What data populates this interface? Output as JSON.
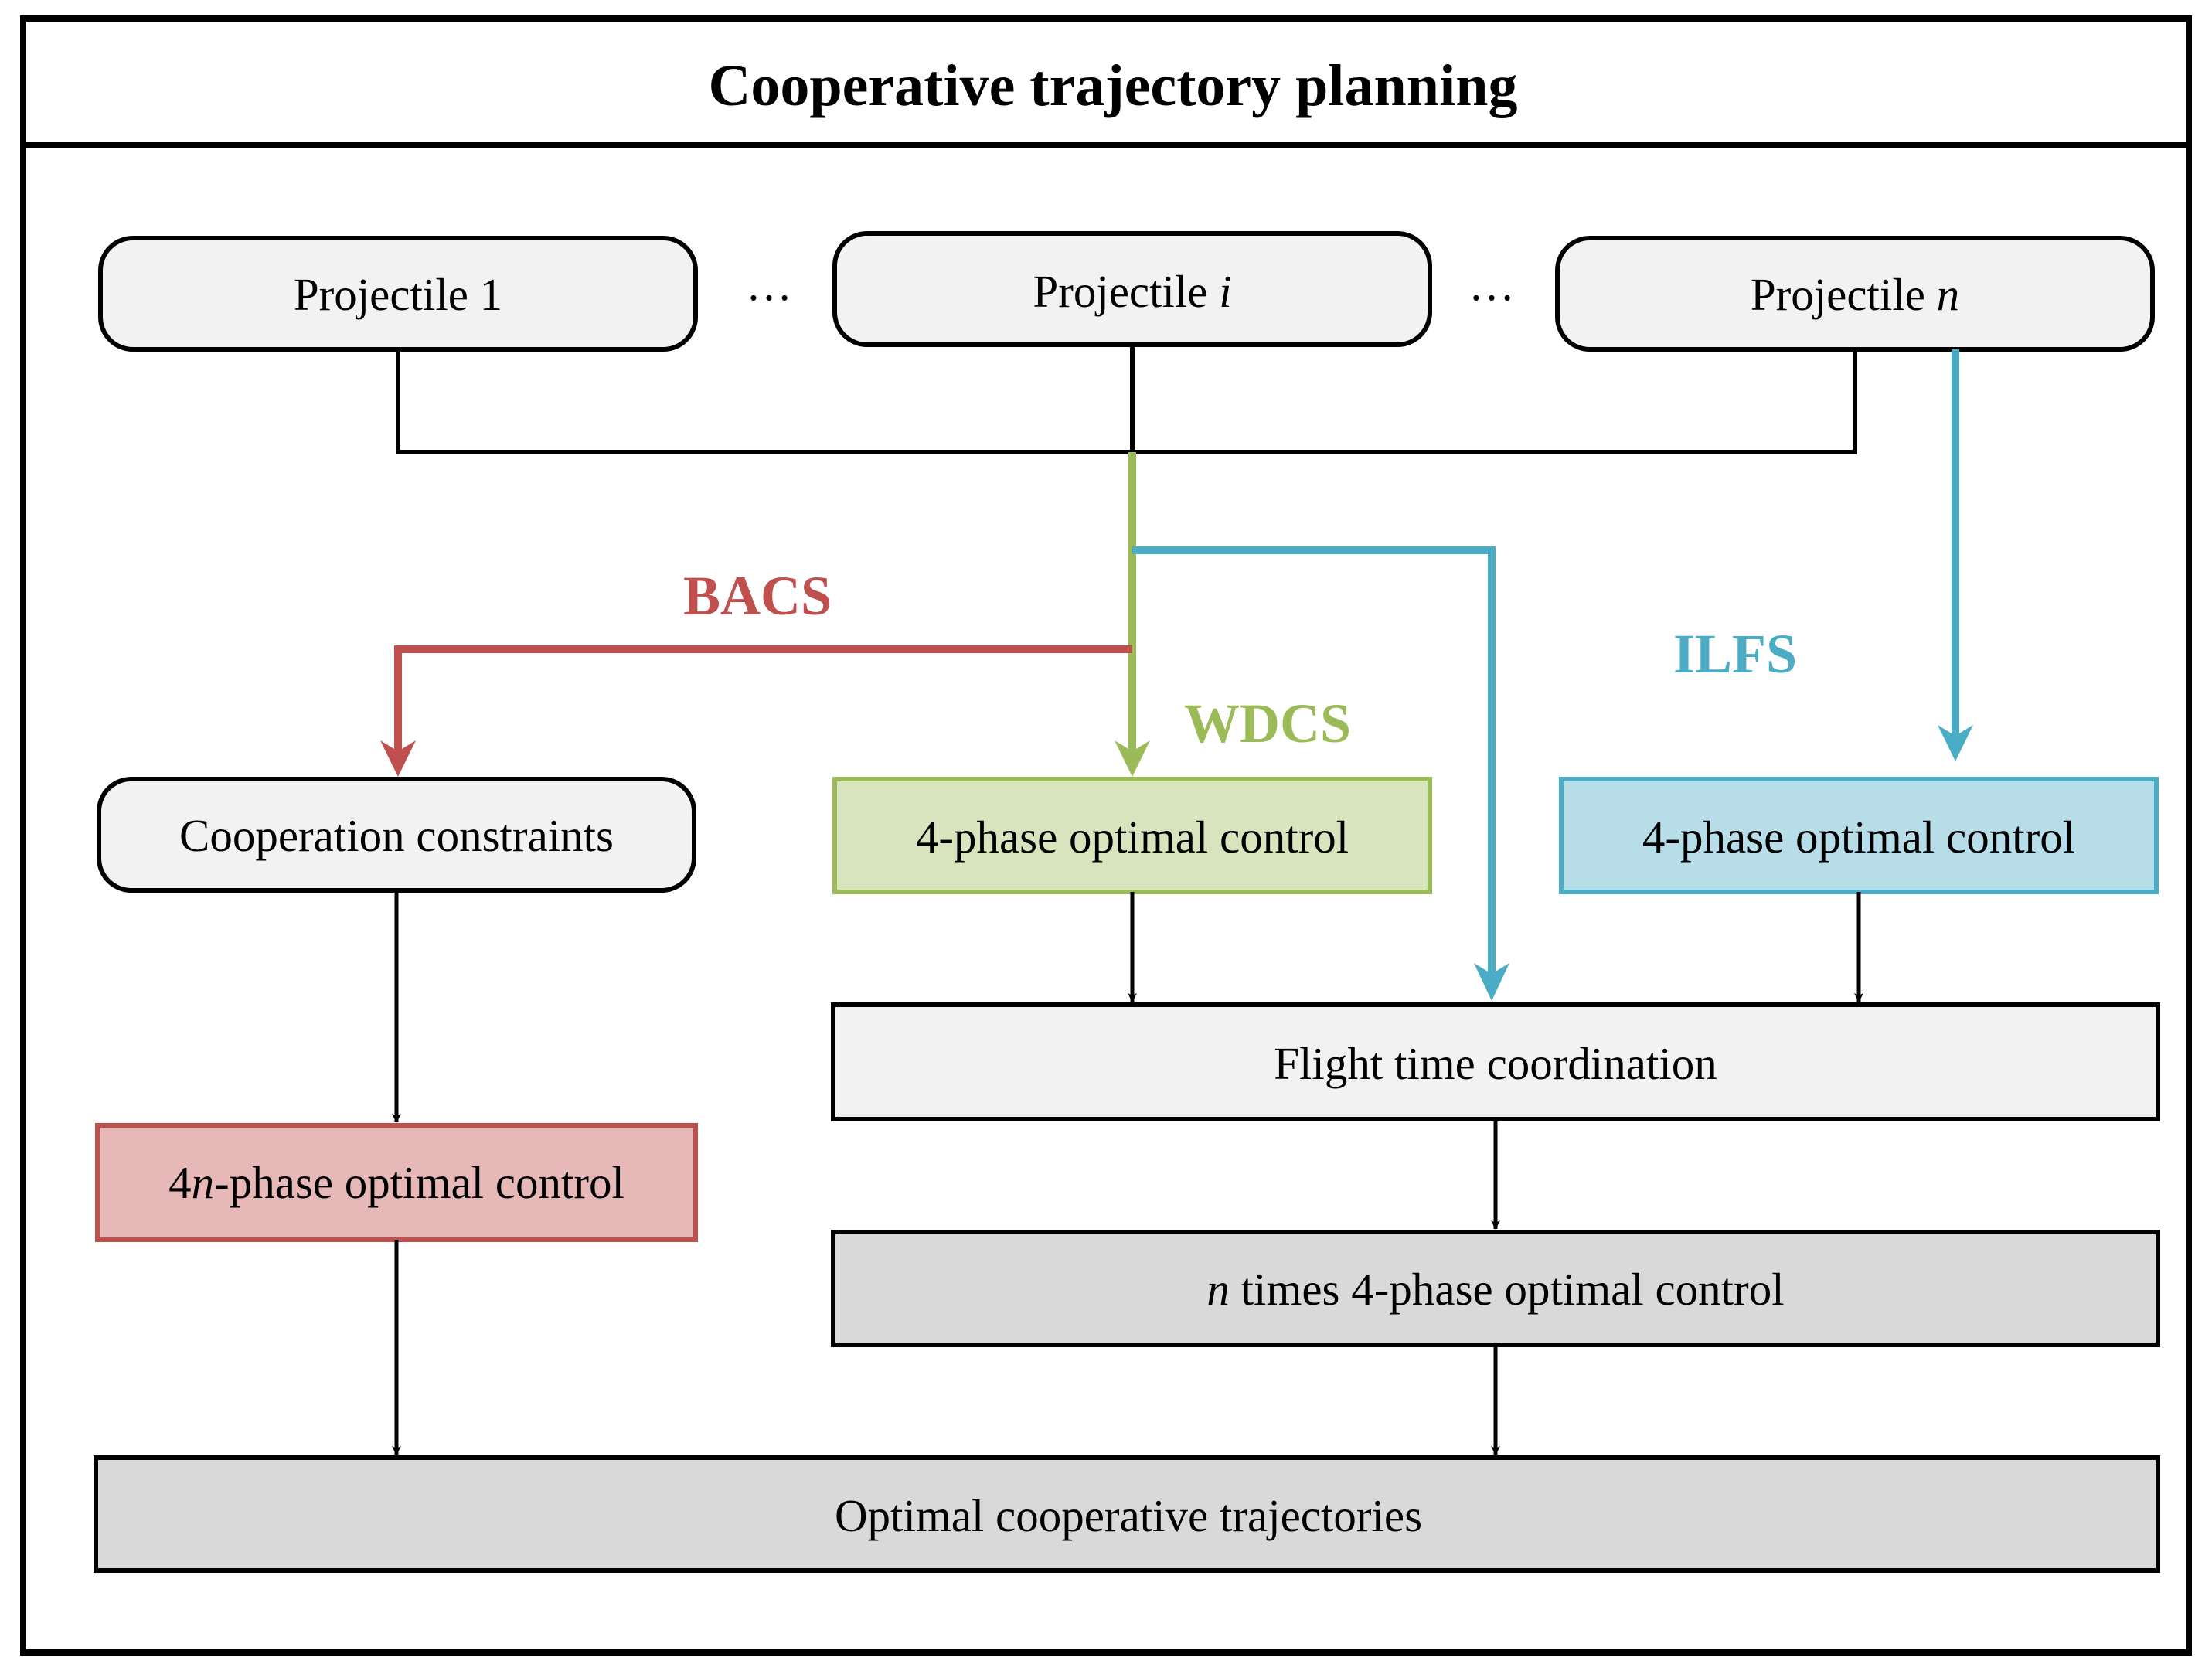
{
  "title": "Cooperative trajectory planning",
  "colors": {
    "bacs": "#c0504d",
    "wdcs": "#9bbb59",
    "ilfs": "#4bacc6",
    "black": "#000000"
  },
  "projectiles": {
    "p1": {
      "prefix": "Projectile 1",
      "var": ""
    },
    "pi": {
      "prefix": "Projectile ",
      "var": "i"
    },
    "pn": {
      "prefix": "Projectile ",
      "var": "n"
    },
    "ellipsis": "…"
  },
  "methods": {
    "bacs": "BACS",
    "wdcs": "WDCS",
    "ilfs": "ILFS"
  },
  "nodes": {
    "cooperation_constraints": "Cooperation constraints",
    "wdcs_optimal_control": "4-phase optimal control",
    "ilfs_optimal_control": "4-phase optimal control",
    "bacs_optimal_control": {
      "pre": "4",
      "var": "n",
      "post": "-phase optimal control"
    },
    "flight_time_coordination": "Flight time coordination",
    "n_times_optimal_control": {
      "var": "n",
      "post": " times 4-phase optimal control"
    },
    "optimal_trajectories": "Optimal cooperative trajectories"
  }
}
